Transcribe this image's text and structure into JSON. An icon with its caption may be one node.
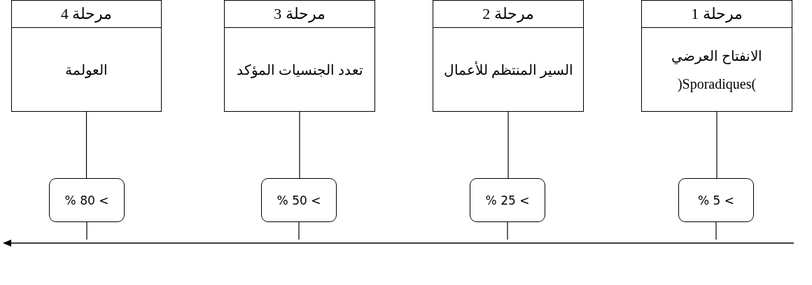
{
  "diagram": {
    "nodes": [
      {
        "text": [
          "مرحلة 1",
          "الانفتاح العرضي )Sporadiques("
        ]
      },
      {
        "text": [
          "مرحلة 2",
          "السير المنتظم للأعمال"
        ]
      },
      {
        "text": [
          "مرحلة 3",
          "تعدد الجنسيات المؤكد"
        ]
      },
      {
        "text": [
          "مرحلة 4",
          "العولمة"
        ]
      },
      {
        "text": [
          "% 5 <"
        ]
      },
      {
        "text": [
          "% 25 <"
        ]
      },
      {
        "text": [
          "% 50 <"
        ]
      },
      {
        "text": [
          "% 80 <"
        ]
      },
      {
        "text": [],
        "shape": "arrow"
      }
    ],
    "edges": [
      {
        "from": 0,
        "to": 4,
        "arrow": "none"
      },
      {
        "from": 1,
        "to": 5,
        "arrow": "none"
      },
      {
        "from": 2,
        "to": 6,
        "arrow": "none"
      },
      {
        "from": 3,
        "to": 7,
        "arrow": "none"
      },
      {
        "from": 4,
        "to": 8,
        "arrow": "none"
      },
      {
        "from": 5,
        "to": 8,
        "arrow": "none"
      },
      {
        "from": 6,
        "to": 8,
        "arrow": "none"
      },
      {
        "from": 7,
        "to": 8,
        "arrow": "none"
      }
    ]
  }
}
